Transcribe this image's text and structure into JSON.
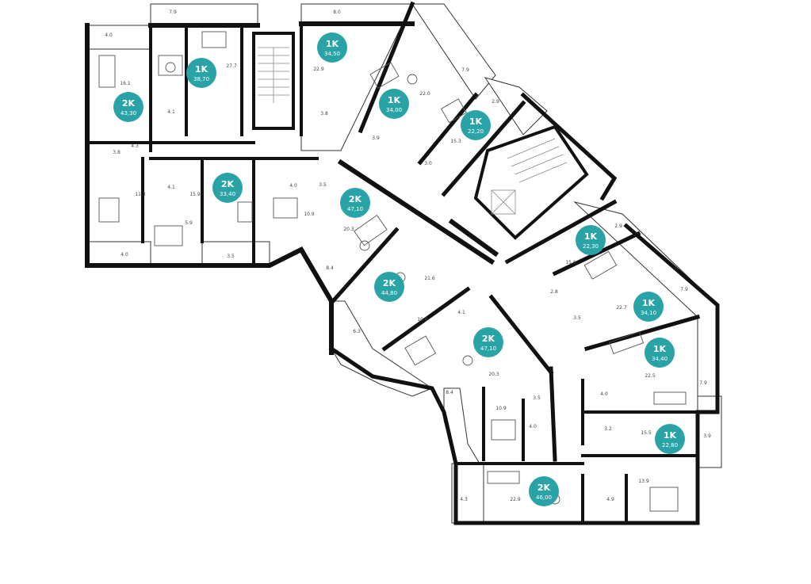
{
  "plan": {
    "accent": "#2aa3a6",
    "apartments": [
      {
        "id": "apt-1k-38-70",
        "type": "1K",
        "area": "38,70"
      },
      {
        "id": "apt-2k-43-30",
        "type": "2K",
        "area": "43,30"
      },
      {
        "id": "apt-1k-34-50",
        "type": "1K",
        "area": "34,50"
      },
      {
        "id": "apt-1k-34-00",
        "type": "1K",
        "area": "34,00"
      },
      {
        "id": "apt-1k-22-20",
        "type": "1K",
        "area": "22,20"
      },
      {
        "id": "apt-2k-33-40",
        "type": "2K",
        "area": "33,40"
      },
      {
        "id": "apt-2k-47-10-a",
        "type": "2K",
        "area": "47,10"
      },
      {
        "id": "apt-2k-44-80",
        "type": "2K",
        "area": "44,80"
      },
      {
        "id": "apt-2k-47-10-b",
        "type": "2K",
        "area": "47,10"
      },
      {
        "id": "apt-1k-22-30",
        "type": "1K",
        "area": "22,30"
      },
      {
        "id": "apt-1k-34-10",
        "type": "1K",
        "area": "34,10"
      },
      {
        "id": "apt-1k-34-40",
        "type": "1K",
        "area": "34,40"
      },
      {
        "id": "apt-1k-22-80",
        "type": "1K",
        "area": "22,80"
      },
      {
        "id": "apt-2k-46-00",
        "type": "2K",
        "area": "46,00"
      }
    ],
    "room_areas": [
      "7.9",
      "4.0",
      "27.7",
      "16.1",
      "4.1",
      "3.8",
      "4.3",
      "11.3",
      "4.0",
      "4.1",
      "15.9",
      "5.9",
      "3.5",
      "4.0",
      "3.5",
      "10.9",
      "8.0",
      "22.9",
      "3.8",
      "22.0",
      "3.9",
      "3.0",
      "15.3",
      "7.9",
      "2.9",
      "20.3",
      "8.4",
      "21.6",
      "10.8",
      "4.1",
      "6.3",
      "20.3",
      "8.4",
      "10.9",
      "3.5",
      "4.0",
      "2.9",
      "15.6",
      "2.8",
      "3.5",
      "22.7",
      "7.9",
      "22.5",
      "7.9",
      "4.0",
      "3.2",
      "15.5",
      "3.9",
      "4.3",
      "22.9",
      "4.9",
      "13.9"
    ]
  }
}
